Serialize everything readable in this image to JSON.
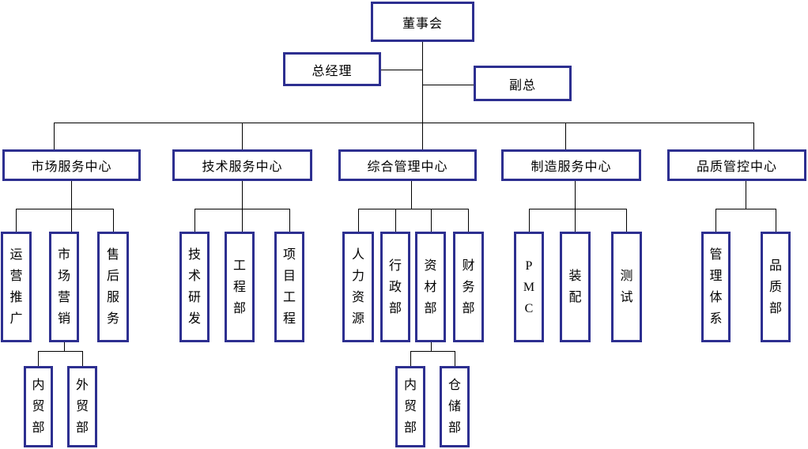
{
  "colors": {
    "box_border": "#2d2f90",
    "connector_line": "#000000",
    "text": "#000000",
    "background": "#ffffff"
  },
  "org_chart": {
    "root": {
      "label": "董事会"
    },
    "general_manager": {
      "label": "总经理"
    },
    "deputy_general_manager": {
      "label": "副总"
    },
    "centers": [
      {
        "label": "市场服务中心",
        "departments": [
          {
            "label": "运营推广"
          },
          {
            "label": "市场营销",
            "sub_departments": [
              {
                "label": "内贸部"
              },
              {
                "label": "外贸部"
              }
            ]
          },
          {
            "label": "售后服务"
          }
        ]
      },
      {
        "label": "技术服务中心",
        "departments": [
          {
            "label": "技术研发"
          },
          {
            "label": "工程部"
          },
          {
            "label": "项目工程"
          }
        ]
      },
      {
        "label": "综合管理中心",
        "departments": [
          {
            "label": "人力资源"
          },
          {
            "label": "行政部"
          },
          {
            "label": "资材部",
            "sub_departments": [
              {
                "label": "内贸部"
              },
              {
                "label": "仓储部"
              }
            ]
          },
          {
            "label": "财务部"
          }
        ]
      },
      {
        "label": "制造服务中心",
        "departments": [
          {
            "label": "PMC"
          },
          {
            "label": "装配"
          },
          {
            "label": "测试"
          }
        ]
      },
      {
        "label": "品质管控中心",
        "departments": [
          {
            "label": "管理体系"
          },
          {
            "label": "品质部"
          }
        ]
      }
    ]
  }
}
